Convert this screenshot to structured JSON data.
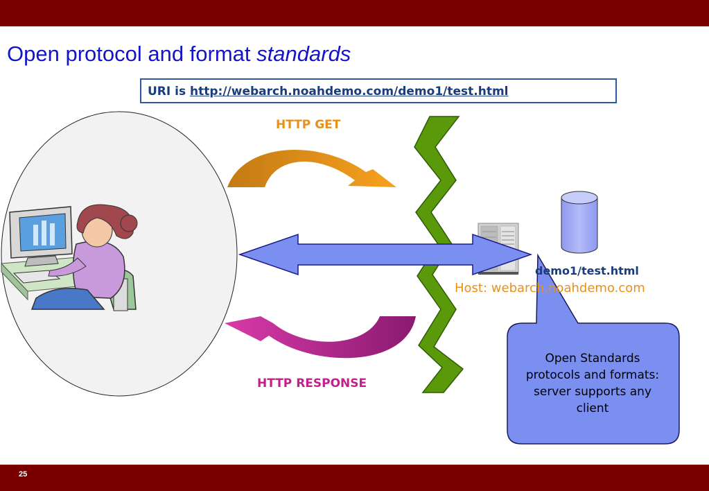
{
  "slide": {
    "title": "Open protocol and format",
    "title_emphasis": "standards",
    "page_number": "25"
  },
  "uri_box": {
    "prefix": "URI is",
    "url": "http://webarch.noahdemo.com/demo1/test.html"
  },
  "labels": {
    "request": "HTTP GET",
    "response": "HTTP RESPONSE",
    "resource_path": "demo1/test.html",
    "host": "Host: webarch.noahdemo.com"
  },
  "callout": {
    "text": "Open Standards protocols and formats: server supports any client"
  },
  "colors": {
    "bar": "#7a0000",
    "title": "#1414c8",
    "get_arrow": "#f0961a",
    "response_arrow": "#c0208c",
    "double_arrow": "#7b8ff0",
    "lightning": "#5a9a0a",
    "callout_fill": "#7b8ff0",
    "database": "#9aa6f5"
  },
  "icons": [
    "person-at-computer-icon",
    "server-icon",
    "database-icon",
    "lightning-bolt-icon"
  ]
}
